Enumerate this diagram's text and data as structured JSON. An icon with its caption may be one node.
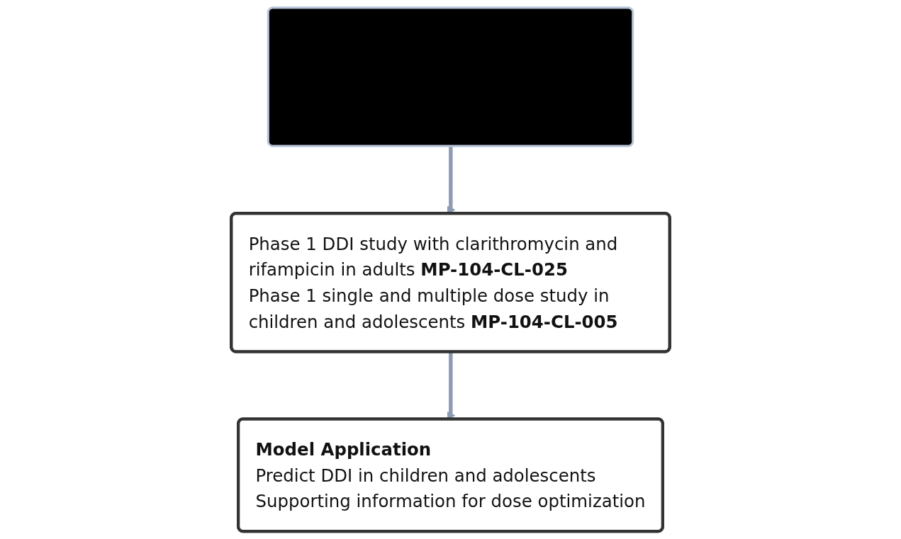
{
  "diagram": {
    "nodes": [
      {
        "text": [],
        "shape": "box"
      },
      {
        "text": [
          "Phase 1 DDI study with clarithromycin and rifampicin in adults **MP-104-CL-025**",
          "Phase 1 single and multiple dose study in children and adolescents **MP-104-CL-005**"
        ]
      },
      {
        "text": [
          "Model Application",
          "Predict DDI in children and adolescents",
          "Supporting information for dose optimization"
        ]
      }
    ],
    "edges": [
      {
        "from": 0,
        "to": 1,
        "arrow": "to"
      },
      {
        "from": 1,
        "to": 2,
        "arrow": "to"
      }
    ]
  }
}
